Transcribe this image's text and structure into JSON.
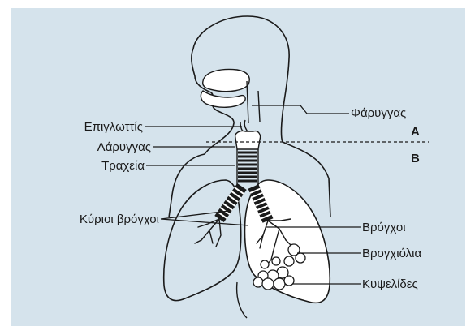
{
  "colors": {
    "panel_background": "#d5e3ec",
    "line": "#1a1a1a",
    "fill": "#ffffff"
  },
  "labels": {
    "pharynx": "Φάρυγγας",
    "zone_a": "A",
    "zone_b": "B",
    "epiglottis": "Επιγλωττίς",
    "larynx": "Λάρυγγας",
    "trachea": "Τραχεία",
    "main_bronchi": "Κύριοι βρόγχοι",
    "bronchi": "Βρόγχοι",
    "bronchioles": "Βρογχιόλια",
    "alveoli": "Κυψελίδες"
  }
}
